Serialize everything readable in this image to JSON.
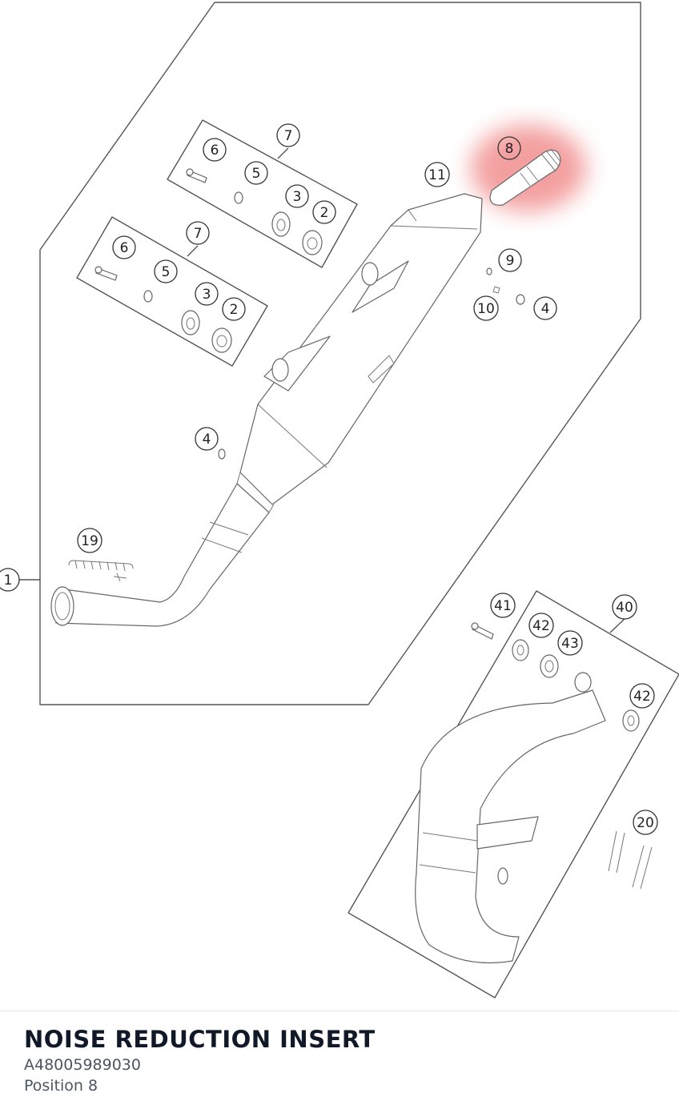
{
  "diagram": {
    "highlight_color": "#f08080",
    "callouts": [
      {
        "label": "1"
      },
      {
        "label": "2"
      },
      {
        "label": "2"
      },
      {
        "label": "3"
      },
      {
        "label": "3"
      },
      {
        "label": "4"
      },
      {
        "label": "4"
      },
      {
        "label": "5"
      },
      {
        "label": "5"
      },
      {
        "label": "6"
      },
      {
        "label": "6"
      },
      {
        "label": "7"
      },
      {
        "label": "7"
      },
      {
        "label": "8"
      },
      {
        "label": "9"
      },
      {
        "label": "10"
      },
      {
        "label": "11"
      },
      {
        "label": "19"
      },
      {
        "label": "20"
      },
      {
        "label": "40"
      },
      {
        "label": "41"
      },
      {
        "label": "42"
      },
      {
        "label": "42"
      },
      {
        "label": "43"
      }
    ]
  },
  "part": {
    "title": "NOISE REDUCTION INSERT",
    "number": "A48005989030",
    "position": "Position 8"
  }
}
